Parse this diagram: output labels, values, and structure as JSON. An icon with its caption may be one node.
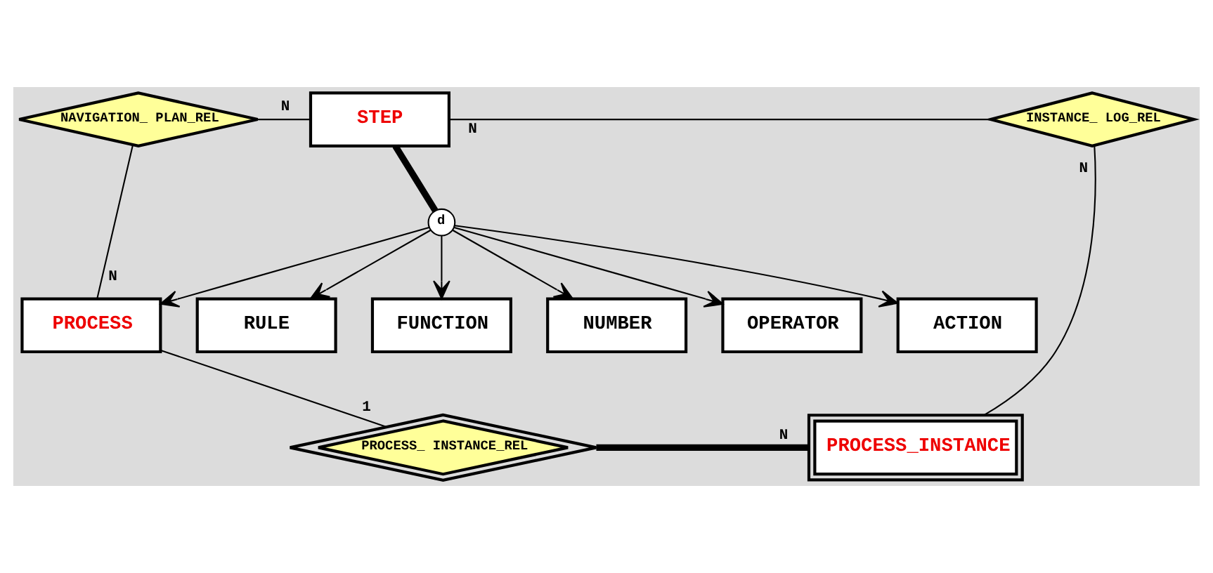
{
  "diagram": {
    "nodes": [
      {
        "text": [
          "NAVIGATION_ PLAN_REL"
        ]
      },
      {
        "text": [
          "STEP"
        ]
      },
      {
        "text": [
          "d"
        ]
      },
      {
        "text": [
          "PROCESS"
        ]
      },
      {
        "text": [
          "ACTION"
        ]
      },
      {
        "text": [
          "RULE"
        ]
      },
      {
        "text": [
          "FUNCTION"
        ]
      },
      {
        "text": [
          "NUMBER"
        ]
      },
      {
        "text": [
          "OPERATOR"
        ]
      },
      {
        "text": [
          "PROCESS_ INSTANCE_REL"
        ]
      },
      {
        "text": [
          "PROCESS_INSTANCE"
        ]
      },
      {
        "text": [
          "INSTANCE_ LOG_REL"
        ]
      }
    ],
    "edges": [
      {
        "from": 0,
        "to": 1,
        "arrow": "none",
        "label": "N"
      },
      {
        "from": 0,
        "to": 3,
        "arrow": "none",
        "label": "N"
      },
      {
        "from": 1,
        "to": 2,
        "arrow": "none",
        "style": "thick"
      },
      {
        "from": 2,
        "to": 3,
        "arrow": "to"
      },
      {
        "from": 2,
        "to": 4,
        "arrow": "to"
      },
      {
        "from": 2,
        "to": 5,
        "arrow": "to"
      },
      {
        "from": 2,
        "to": 6,
        "arrow": "to"
      },
      {
        "from": 2,
        "to": 7,
        "arrow": "to"
      },
      {
        "from": 2,
        "to": 8,
        "arrow": "to"
      },
      {
        "from": 3,
        "to": 9,
        "arrow": "none",
        "label": "1"
      },
      {
        "from": 9,
        "to": 10,
        "arrow": "none",
        "style": "thick",
        "label": "N"
      },
      {
        "from": 10,
        "to": 11,
        "arrow": "none",
        "label": "N"
      },
      {
        "from": 11,
        "to": 1,
        "arrow": "none",
        "label": "N"
      }
    ]
  }
}
